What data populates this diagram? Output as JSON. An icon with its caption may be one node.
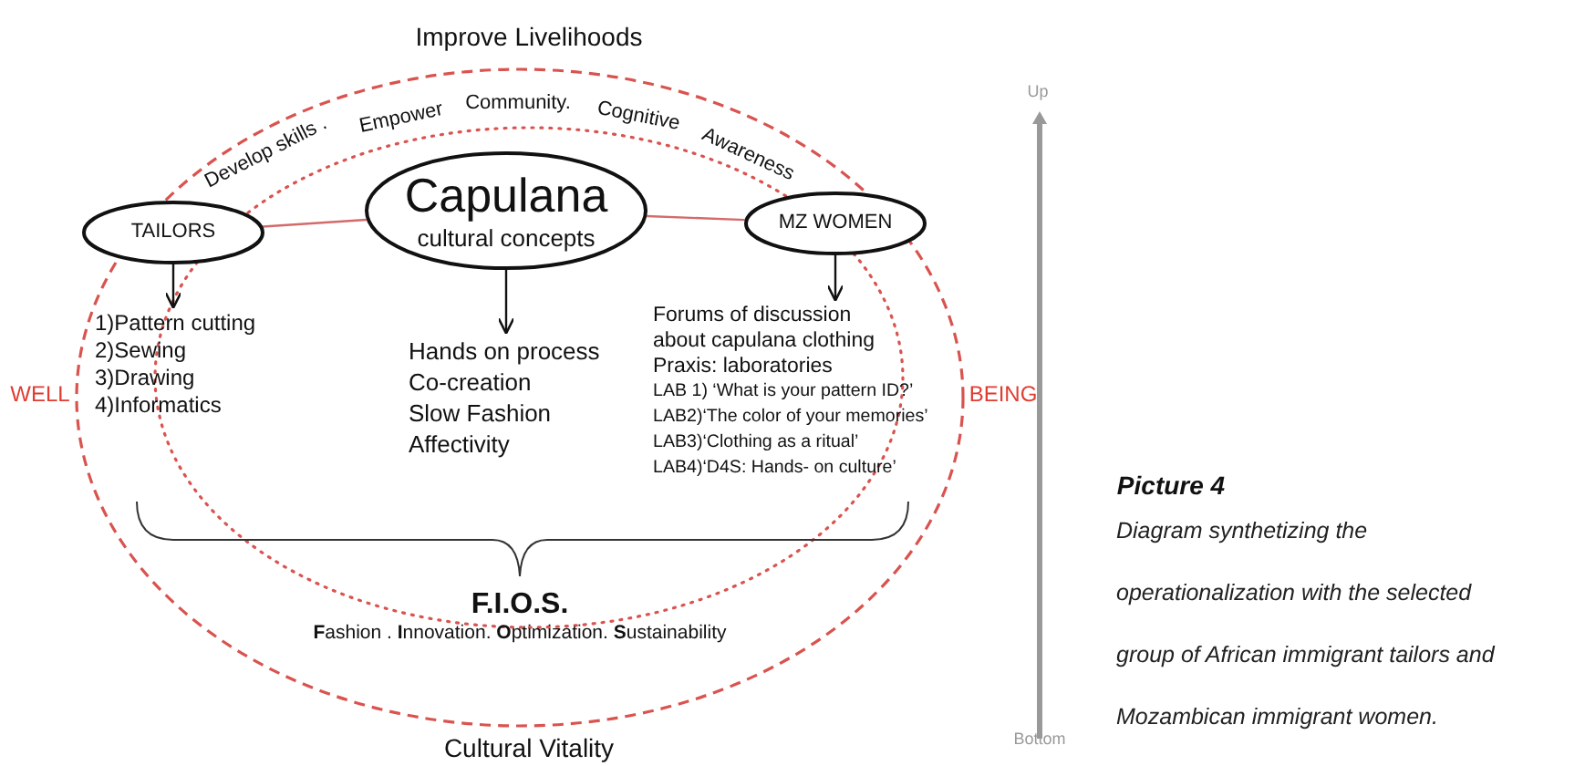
{
  "diagram": {
    "caption": "Diagram synthetizing the operationalization with the selected group of African immigrant tailors and Mozambican immigrant women.",
    "nodes": [
      {
        "text": [
          "TAILORS"
        ]
      },
      {
        "text": [
          "Capulana",
          "cultural concepts"
        ]
      },
      {
        "text": [
          "MZ WOMEN"
        ]
      },
      {
        "text": [
          "1)Pattern cutting",
          "2)Sewing",
          "3)Drawing",
          "4)Informatics"
        ]
      },
      {
        "text": [
          "Hands on process",
          "Co-creation",
          "Slow Fashion",
          "Affectivity"
        ]
      },
      {
        "text": [
          "Forums of discussion about capulana clothing",
          "Praxis: laboratories",
          "LAB 1) ‘What is your pattern ID?’",
          "LAB2)‘The color of your memories’",
          "LAB3)‘Clothing as a ritual’",
          "LAB4)‘D4S: Hands- on culture’"
        ]
      },
      {
        "text": [
          "F.I.O.S.",
          "**F**ashion . **I**nnovation. **O**ptimization. **S**ustainability"
        ]
      }
    ],
    "edges": [
      {
        "from": 0,
        "to": 1,
        "arrow": "none",
        "color": "#d46a6a"
      },
      {
        "from": 1,
        "to": 2,
        "arrow": "none",
        "color": "#d46a6a"
      },
      {
        "from": 0,
        "to": 3,
        "arrow": "to"
      },
      {
        "from": 1,
        "to": 4,
        "arrow": "to"
      },
      {
        "from": 2,
        "to": 5,
        "arrow": "to"
      }
    ],
    "labels": [
      "Improve Livelihoods",
      "Develop skills .",
      "Empower",
      "Community.",
      "Cognitive",
      "Awareness",
      "Up",
      "WELL",
      "BEING",
      "Picture 4",
      "Bottom",
      "Cultural Vitality"
    ]
  }
}
